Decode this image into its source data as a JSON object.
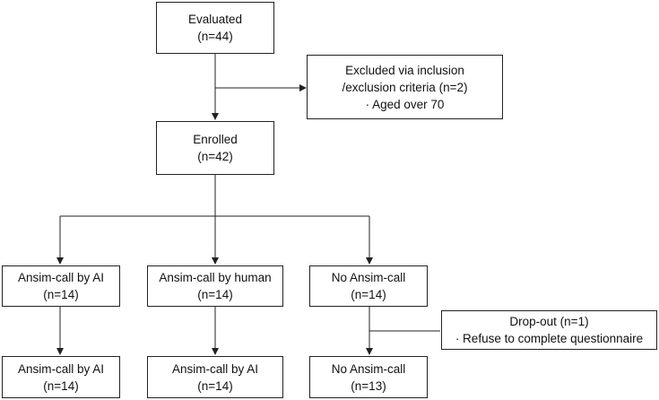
{
  "evaluated": {
    "title": "Evaluated",
    "count": "(n=44)"
  },
  "excluded": {
    "line1": "Excluded via inclusion",
    "line2": "/exclusion criteria (n=2)",
    "line3": "· Aged over 70"
  },
  "enrolled": {
    "title": "Enrolled",
    "count": "(n=42)"
  },
  "groups": [
    {
      "title": "Ansim-call by AI",
      "count": "(n=14)"
    },
    {
      "title": "Ansim-call by human",
      "count": "(n=14)"
    },
    {
      "title": "No Ansim-call",
      "count": "(n=14)"
    }
  ],
  "dropout": {
    "line1": "Drop-out (n=1)",
    "line2": "· Refuse to complete questionnaire"
  },
  "final": [
    {
      "title": "Ansim-call by AI",
      "count": "(n=14)"
    },
    {
      "title": "Ansim-call by AI",
      "count": "(n=14)"
    },
    {
      "title": "No Ansim-call",
      "count": "(n=13)"
    }
  ]
}
